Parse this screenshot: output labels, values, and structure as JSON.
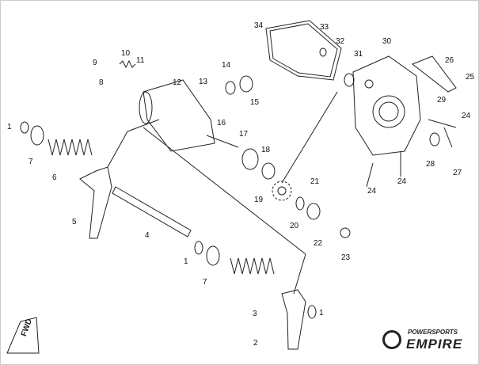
{
  "watermark": "POWERSPORTS EMPIRE",
  "logo": {
    "top": "POWERSPORTS",
    "bottom": "EMPIRE"
  },
  "direction_marker": "FWD",
  "callouts": [
    "34",
    "33",
    "32",
    "30",
    "31",
    "26",
    "25",
    "29",
    "24",
    "28",
    "27",
    "24",
    "24",
    "9",
    "10",
    "11",
    "8",
    "12",
    "13",
    "14",
    "15",
    "16",
    "17",
    "18",
    "19",
    "20",
    "21",
    "22",
    "23",
    "1",
    "7",
    "6",
    "5",
    "4",
    "1",
    "7",
    "3",
    "1",
    "2"
  ]
}
